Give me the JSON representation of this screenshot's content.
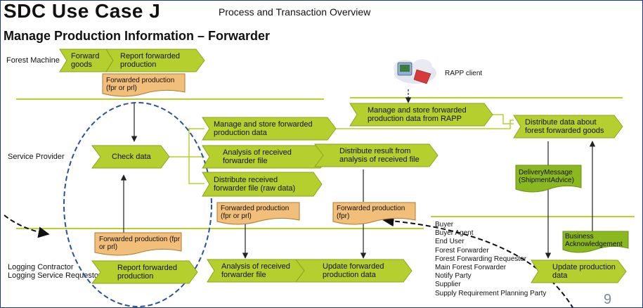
{
  "header": {
    "title": "SDC Use Case J",
    "subtitle": "Process and Transaction Overview",
    "heading": "Manage Production Information – Forwarder"
  },
  "lanes": {
    "forest_machine": "Forest Machine",
    "service_provider": "Service Provider",
    "logging_contractor": "Logging Contractor",
    "logging_requestor": "Logging Service Requestor"
  },
  "processes": {
    "forward_goods": "Forward goods",
    "report_forwarded_top": "Report forwarded production",
    "check_data": "Check data",
    "manage_store": "Manage and store forwarded production data",
    "analysis_sp": "Analysis of received forwarder file",
    "distribute_raw": "Distribute received forwarder file (raw data)",
    "distribute_result": "Distribute result from analysis of received file",
    "manage_rapp": "Manage and store forwarded production data from RAPP",
    "distribute_goods": "Distribute data about forest forwarded goods",
    "report_forwarded_bottom": "Report forwarded production",
    "analysis_lc": "Analysis of received forwarder file",
    "update_lc": "Update forwarded production data",
    "update_right": "Update production data"
  },
  "documents": {
    "fp_top": "Forwarded production (fpr or prl)",
    "fp_bottom": "Forwarded production (fpr or prl)",
    "fp_mid": "Forwarded production (fpr or prl)",
    "fp_fpr": "Forwarded production (fpr)",
    "delivery": "DeliveryMessage (ShipmentAdvice)",
    "business_ack": "Business Acknowledgement"
  },
  "rapp_client": "RAPP client",
  "roles": [
    "Buyer",
    "Buyer Agent",
    "End User",
    "Forest Forwarder",
    "Forest Forwarding Requestor",
    "Main Forest Forwarder",
    "Notify Party",
    "Supplier",
    "Supply Requirement Planning Party"
  ],
  "page_number": "9",
  "colors": {
    "process_fill": "#b5cf2e",
    "process_stroke": "#8aa51f",
    "doc_fill": "#f2bf7a",
    "doc_stroke": "#b07a30",
    "doc_green_fill": "#8ab81e",
    "lane_line": "#b8d130",
    "ellipse": "#2a5298"
  }
}
